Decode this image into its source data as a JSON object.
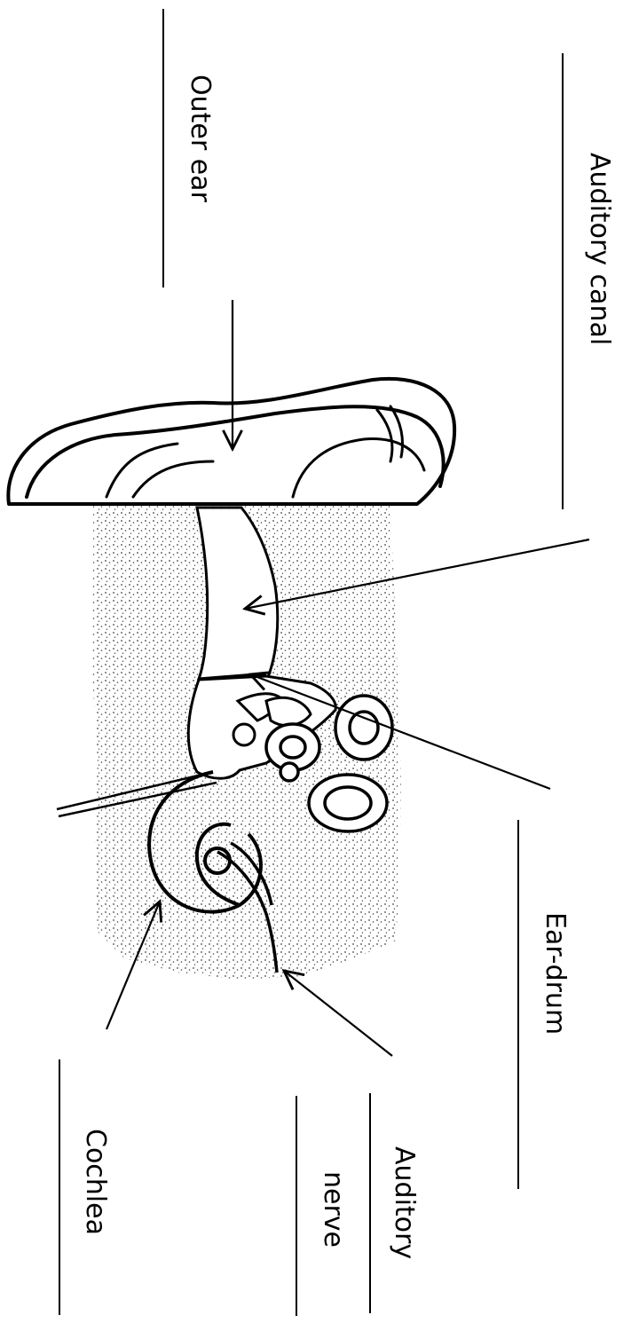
{
  "labels": {
    "outer_ear": "Outer ear",
    "auditory_canal": "Auditory canal",
    "ear_drum": "Ear-drum",
    "auditory_nerve_line1": "Auditory",
    "auditory_nerve_line2": "nerve",
    "cochlea": "Cochlea"
  },
  "colors": {
    "ink": "#000000",
    "bone_stipple": "#555555",
    "background": "#ffffff"
  }
}
